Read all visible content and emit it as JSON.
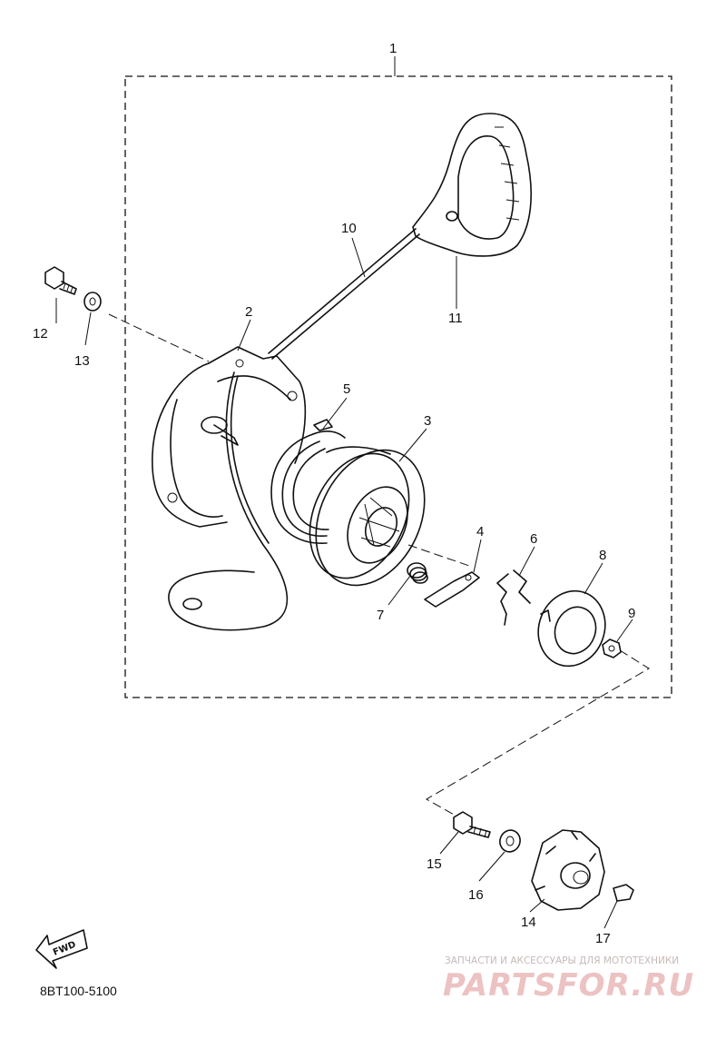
{
  "diagram": {
    "group_callout": "1",
    "callouts": {
      "p2": "2",
      "p3": "3",
      "p4": "4",
      "p5": "5",
      "p6": "6",
      "p7": "7",
      "p8": "8",
      "p9": "9",
      "p10": "10",
      "p11": "11",
      "p12": "12",
      "p13": "13",
      "p14": "14",
      "p15": "15",
      "p16": "16",
      "p17": "17"
    },
    "fwd_label": "FWD",
    "diagram_code": "8BT100-5100"
  },
  "watermark": {
    "tagline": "ЗАПЧАСТИ И АКСЕССУАРЫ ДЛЯ МОТОТЕХНИКИ",
    "brand": "PARTSFOR.RU"
  }
}
